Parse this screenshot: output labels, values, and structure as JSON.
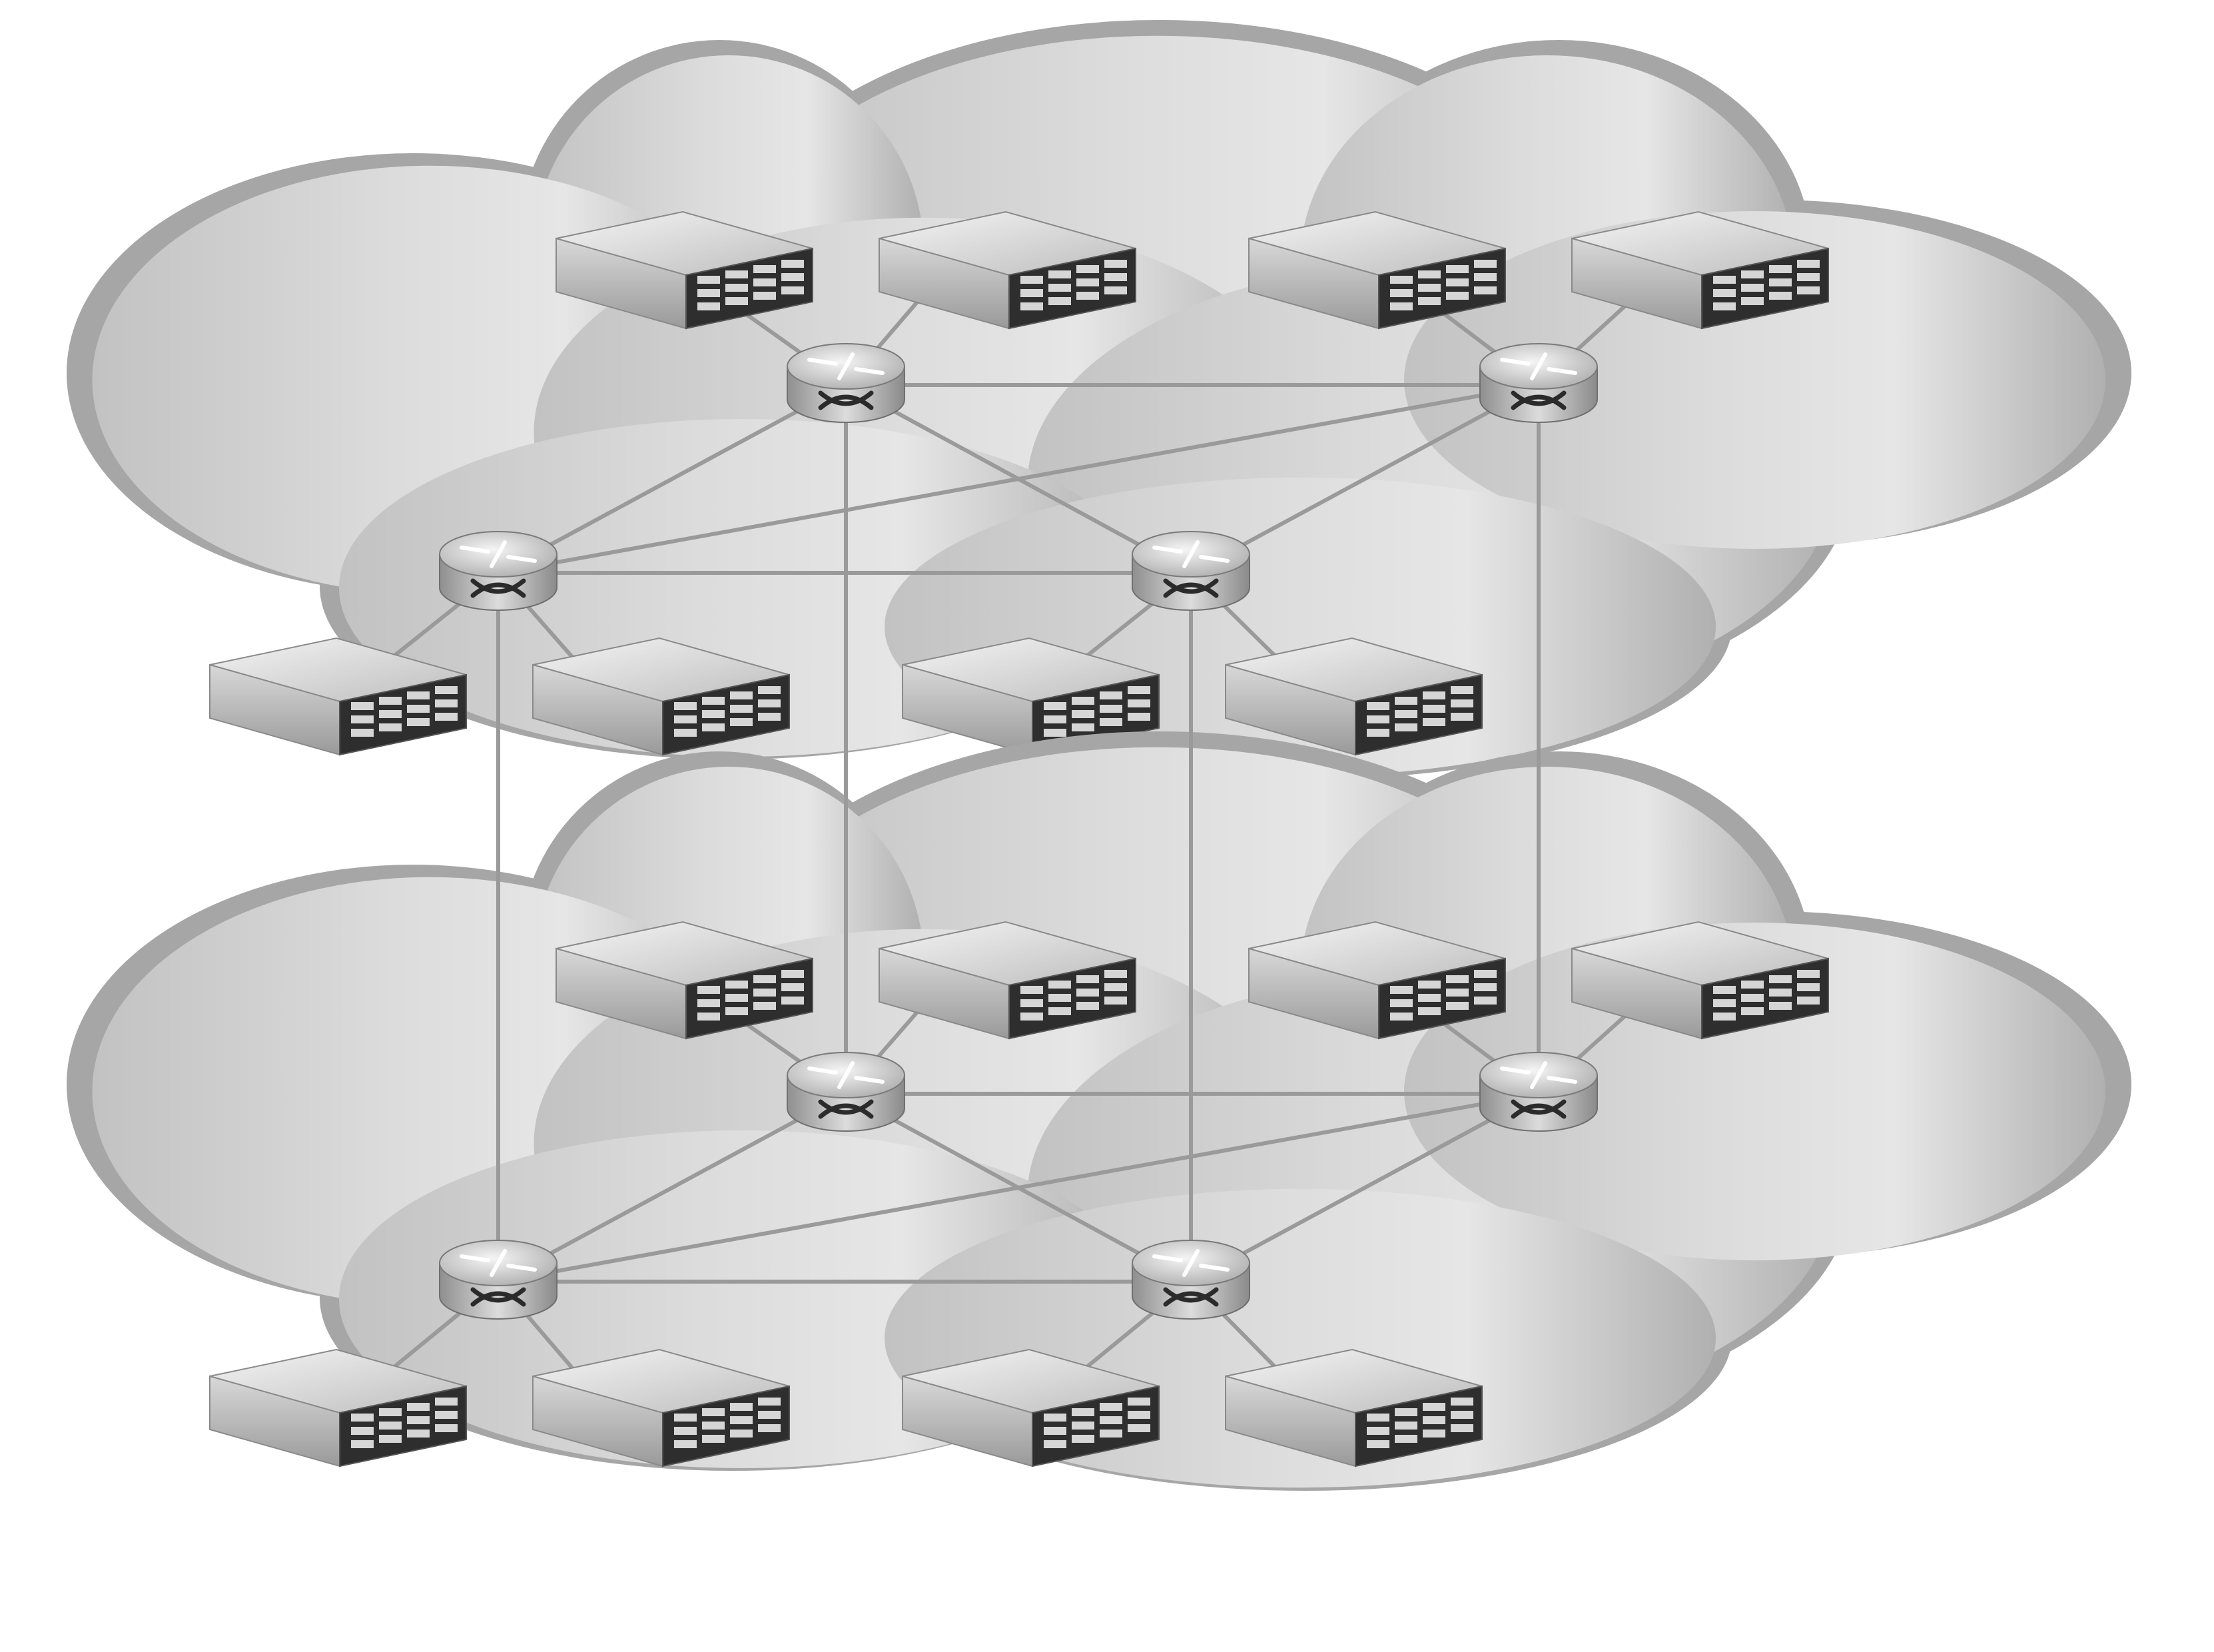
{
  "diagram": {
    "layers": [
      {
        "name": "",
        "routers": [
          {
            "id": "r1"
          },
          {
            "id": "r2"
          },
          {
            "id": "r3"
          },
          {
            "id": "r4"
          }
        ],
        "servers": [
          {
            "id": "s1",
            "router": "r1"
          },
          {
            "id": "s2",
            "router": "r1"
          },
          {
            "id": "s3",
            "router": "r2"
          },
          {
            "id": "s4",
            "router": "r2"
          },
          {
            "id": "s5",
            "router": "r3"
          },
          {
            "id": "s6",
            "router": "r3"
          },
          {
            "id": "s7",
            "router": "r4"
          },
          {
            "id": "s8",
            "router": "r4"
          }
        ],
        "links": [
          [
            "r1",
            "r2"
          ],
          [
            "r1",
            "r3"
          ],
          [
            "r1",
            "r4"
          ],
          [
            "r2",
            "r3"
          ],
          [
            "r2",
            "r4"
          ],
          [
            "r3",
            "r4"
          ]
        ]
      },
      {
        "name": "",
        "routers": [
          {
            "id": "r1"
          },
          {
            "id": "r2"
          },
          {
            "id": "r3"
          },
          {
            "id": "r4"
          }
        ],
        "servers": [
          {
            "id": "s1",
            "router": "r1"
          },
          {
            "id": "s2",
            "router": "r1"
          },
          {
            "id": "s3",
            "router": "r2"
          },
          {
            "id": "s4",
            "router": "r2"
          },
          {
            "id": "s5",
            "router": "r3"
          },
          {
            "id": "s6",
            "router": "r3"
          },
          {
            "id": "s7",
            "router": "r4"
          },
          {
            "id": "s8",
            "router": "r4"
          }
        ],
        "links": [
          [
            "r1",
            "r2"
          ],
          [
            "r1",
            "r3"
          ],
          [
            "r1",
            "r4"
          ],
          [
            "r2",
            "r3"
          ],
          [
            "r2",
            "r4"
          ],
          [
            "r3",
            "r4"
          ]
        ]
      }
    ],
    "interlayer_links": [
      "r1",
      "r2",
      "r3",
      "r4"
    ],
    "colors": {
      "cloud_outer": "#a6a6a6",
      "cloud_inner": "#d2d2d2",
      "link": "#9a9a9a",
      "server_face": "#2e2e2e",
      "router_body": "#c4c4c4"
    }
  }
}
